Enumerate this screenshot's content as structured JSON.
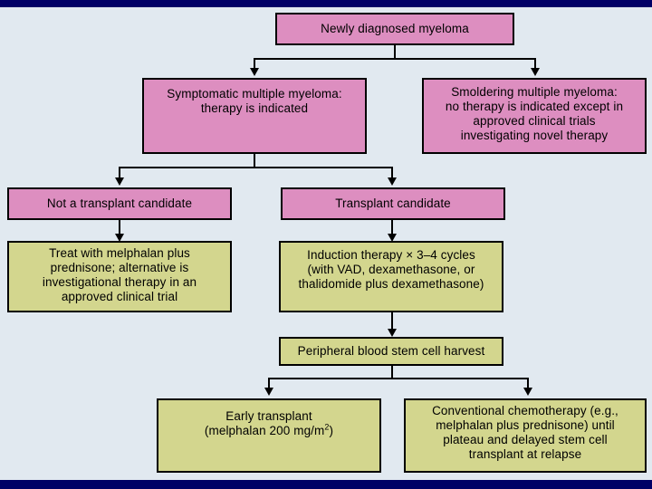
{
  "slide": {
    "background_color": "#e1e9f0",
    "accent_bar_color": "#000066",
    "node_pink_color": "#dd8ec0",
    "node_olive_color": "#d3d68e",
    "border_color": "#000000"
  },
  "flowchart": {
    "type": "diagram",
    "nodes": [
      {
        "id": "n1",
        "label": "Newly diagnosed myeloma"
      },
      {
        "id": "n2",
        "line1": "Symptomatic multiple myeloma:",
        "line2": "therapy is indicated"
      },
      {
        "id": "n3",
        "line1": "Smoldering multiple myeloma:",
        "line2": "no therapy is indicated except in",
        "line3": "approved clinical trials",
        "line4": "investigating novel therapy"
      },
      {
        "id": "n4",
        "label": "Not a transplant candidate"
      },
      {
        "id": "n5",
        "label": "Transplant candidate"
      },
      {
        "id": "n6",
        "line1": "Treat with melphalan plus",
        "line2": "prednisone; alternative is",
        "line3": "investigational therapy in an",
        "line4": "approved clinical trial"
      },
      {
        "id": "n7",
        "line1": "Induction therapy × 3–4 cycles",
        "line2": "(with VAD, dexamethasone, or",
        "line3": "thalidomide plus dexamethasone)"
      },
      {
        "id": "n8",
        "label": "Peripheral blood stem cell harvest"
      },
      {
        "id": "n9",
        "line1": "Early transplant",
        "line2a": "(melphalan 200 mg/m",
        "line2sup": "2",
        "line2b": ")"
      },
      {
        "id": "n10",
        "line1": "Conventional chemotherapy (e.g.,",
        "line2": "melphalan plus prednisone) until",
        "line3": "plateau and delayed stem cell",
        "line4": "transplant at relapse"
      }
    ]
  }
}
